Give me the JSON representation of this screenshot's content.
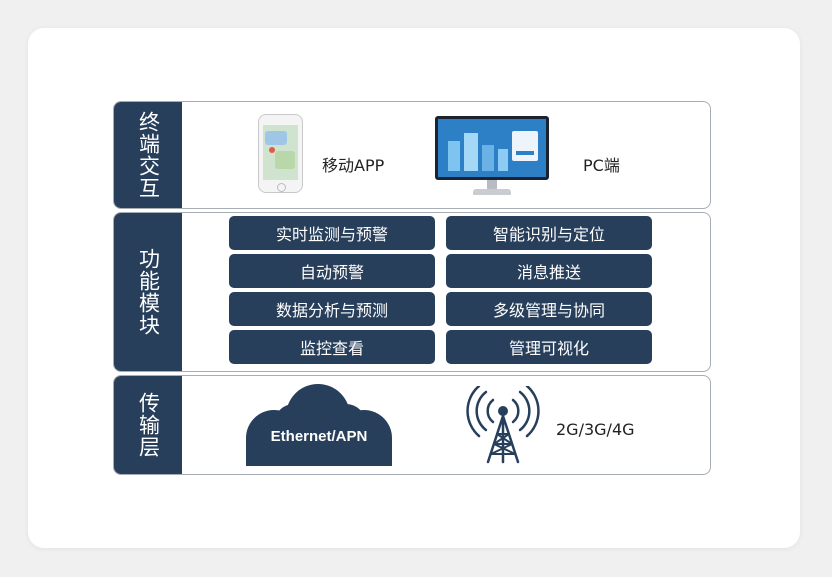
{
  "layers": {
    "terminal": {
      "title": "终端交互",
      "mobile_label": "移动APP",
      "pc_label": "PC端"
    },
    "function": {
      "title": "功能模块",
      "modules": [
        "实时监测与预警",
        "智能识别与定位",
        "自动预警",
        "消息推送",
        "数据分析与预测",
        "多级管理与协同",
        "监控查看",
        "管理可视化"
      ]
    },
    "transport": {
      "title": "传输层",
      "cloud_label": "Ethernet/APN",
      "cellular_label": "2G/3G/4G"
    }
  },
  "colors": {
    "primary": "#273f5b",
    "border": "#a7adb4",
    "text": "#222222",
    "background": "#f0f0f0"
  },
  "icons": [
    "phone-icon",
    "monitor-icon",
    "cloud-icon",
    "antenna-tower-icon"
  ]
}
